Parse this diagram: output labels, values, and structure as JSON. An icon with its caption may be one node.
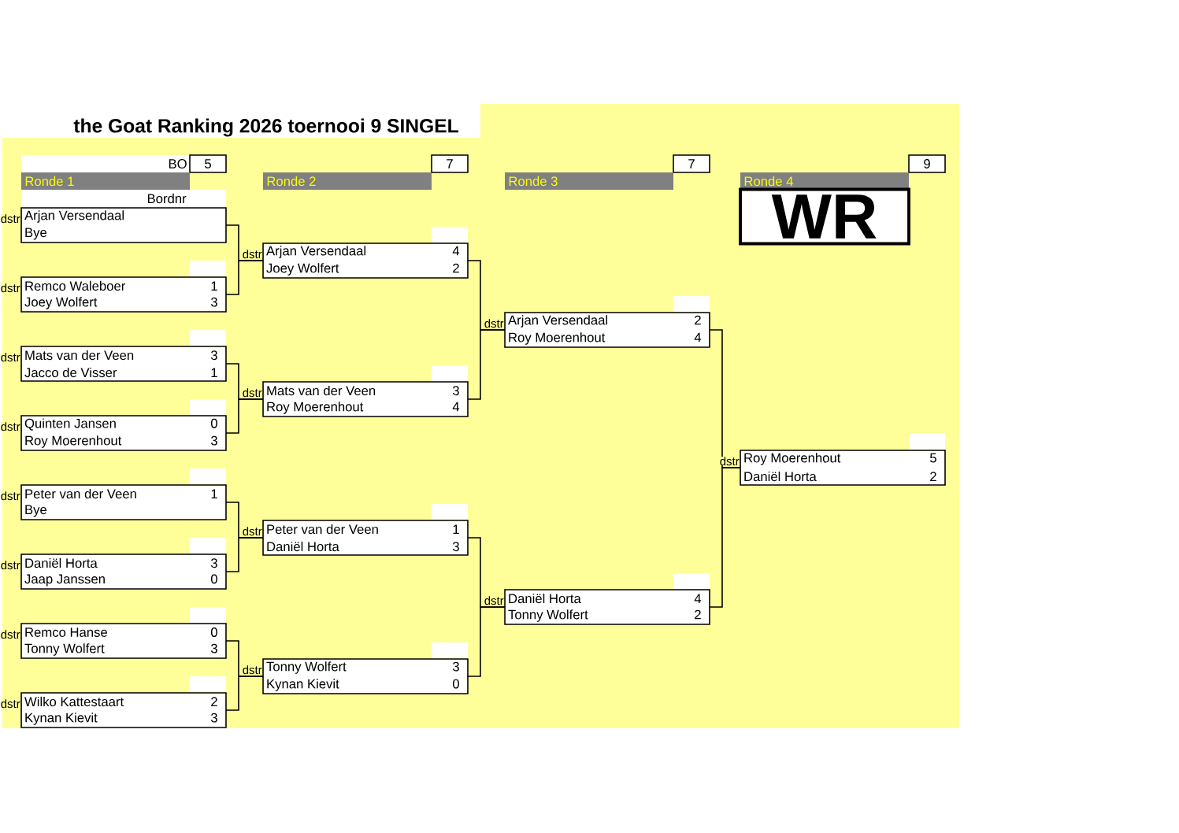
{
  "diagram": {
    "title": "the Goat Ranking 2026 toernooi 9 SINGEL",
    "nodes": [
      {
        "text": [],
        "shape": "box",
        "beside": [
          "dstr"
        ]
      },
      {
        "text": [
          "Arjan Versendaal"
        ],
        "in": 0
      },
      {
        "text": [
          "Bye"
        ],
        "in": 0
      },
      {
        "text": [],
        "shape": "box",
        "beside": [
          "dstr"
        ]
      },
      {
        "text": [
          "Remco Waleboer",
          "1"
        ],
        "in": 3
      },
      {
        "text": [
          "Joey Wolfert",
          "3"
        ],
        "in": 3
      },
      {
        "text": [],
        "shape": "box",
        "beside": [
          "dstr"
        ]
      },
      {
        "text": [
          "Mats van der Veen",
          "3"
        ],
        "in": 6
      },
      {
        "text": [
          "Jacco de Visser",
          "1"
        ],
        "in": 6
      },
      {
        "text": [],
        "shape": "box",
        "beside": [
          "dstr"
        ]
      },
      {
        "text": [
          "Quinten Jansen",
          "0"
        ],
        "in": 9
      },
      {
        "text": [
          "Roy Moerenhout",
          "3"
        ],
        "in": 9
      },
      {
        "text": [],
        "shape": "box",
        "beside": [
          "dstr"
        ]
      },
      {
        "text": [
          "Peter van der Veen",
          "1"
        ],
        "in": 12
      },
      {
        "text": [
          "Bye"
        ],
        "in": 12
      },
      {
        "text": [],
        "shape": "box",
        "beside": [
          "dstr"
        ]
      },
      {
        "text": [
          "Daniël Horta",
          "3"
        ],
        "in": 15
      },
      {
        "text": [
          "Jaap Janssen",
          "0"
        ],
        "in": 15
      },
      {
        "text": [],
        "shape": "box",
        "beside": [
          "dstr"
        ]
      },
      {
        "text": [
          "Remco Hanse",
          "0"
        ],
        "in": 18
      },
      {
        "text": [
          "Tonny Wolfert",
          "3"
        ],
        "in": 18
      },
      {
        "text": [],
        "shape": "box",
        "beside": [
          "dstr"
        ]
      },
      {
        "text": [
          "Wilko Kattestaart",
          "2"
        ],
        "in": 21
      },
      {
        "text": [
          "Kynan Kievit",
          "3"
        ],
        "in": 21
      },
      {
        "text": [],
        "shape": "box",
        "beside": [
          "dstr"
        ]
      },
      {
        "text": [
          "Arjan Versendaal",
          "4"
        ],
        "in": 24
      },
      {
        "text": [
          "Joey Wolfert",
          "2"
        ],
        "in": 24
      },
      {
        "text": [],
        "shape": "box",
        "beside": [
          "dstr"
        ]
      },
      {
        "text": [
          "Mats van der Veen",
          "3"
        ],
        "in": 27
      },
      {
        "text": [
          "Roy Moerenhout",
          "4"
        ],
        "in": 27
      },
      {
        "text": [],
        "shape": "box",
        "beside": [
          "dstr"
        ]
      },
      {
        "text": [
          "Peter van der Veen",
          "1"
        ],
        "in": 30
      },
      {
        "text": [
          "Daniël Horta",
          "3"
        ],
        "in": 30
      },
      {
        "text": [],
        "shape": "box",
        "beside": [
          "dstr"
        ]
      },
      {
        "text": [
          "Tonny Wolfert",
          "3"
        ],
        "in": 33
      },
      {
        "text": [
          "Kynan Kievit",
          "0"
        ],
        "in": 33
      },
      {
        "text": [],
        "shape": "box",
        "beside": [
          "dstr"
        ]
      },
      {
        "text": [
          "Arjan Versendaal",
          "2"
        ],
        "in": 36
      },
      {
        "text": [
          "Roy Moerenhout",
          "4"
        ],
        "in": 36
      },
      {
        "text": [],
        "shape": "box",
        "beside": [
          "dstr"
        ]
      },
      {
        "text": [
          "Daniël Horta",
          "4"
        ],
        "in": 39
      },
      {
        "text": [
          "Tonny Wolfert",
          "2"
        ],
        "in": 39
      },
      {
        "text": [],
        "shape": "box",
        "beside": [
          "dstr"
        ]
      },
      {
        "text": [
          "Roy Moerenhout",
          "5"
        ],
        "in": 42
      },
      {
        "text": [
          "Daniël Horta",
          "2"
        ],
        "in": 42
      },
      {
        "text": [
          "WR"
        ]
      }
    ],
    "edges": [
      {
        "from": 0,
        "to": 24,
        "arrow": "none"
      },
      {
        "from": 3,
        "to": 24,
        "arrow": "none"
      },
      {
        "from": 6,
        "to": 27,
        "arrow": "none"
      },
      {
        "from": 9,
        "to": 27,
        "arrow": "none"
      },
      {
        "from": 12,
        "to": 30,
        "arrow": "none"
      },
      {
        "from": 15,
        "to": 30,
        "arrow": "none"
      },
      {
        "from": 18,
        "to": 33,
        "arrow": "none"
      },
      {
        "from": 21,
        "to": 33,
        "arrow": "none"
      },
      {
        "from": 24,
        "to": 36,
        "arrow": "none"
      },
      {
        "from": 27,
        "to": 36,
        "arrow": "none"
      },
      {
        "from": 30,
        "to": 39,
        "arrow": "none"
      },
      {
        "from": 33,
        "to": 39,
        "arrow": "none"
      },
      {
        "from": 36,
        "to": 42,
        "arrow": "none"
      },
      {
        "from": 39,
        "to": 42,
        "arrow": "none"
      }
    ],
    "labels": [
      "BO",
      "5",
      "7",
      "7",
      "9",
      "Ronde 1",
      "Ronde 2",
      "Ronde 3",
      "Ronde 4",
      "Bordnr"
    ]
  }
}
